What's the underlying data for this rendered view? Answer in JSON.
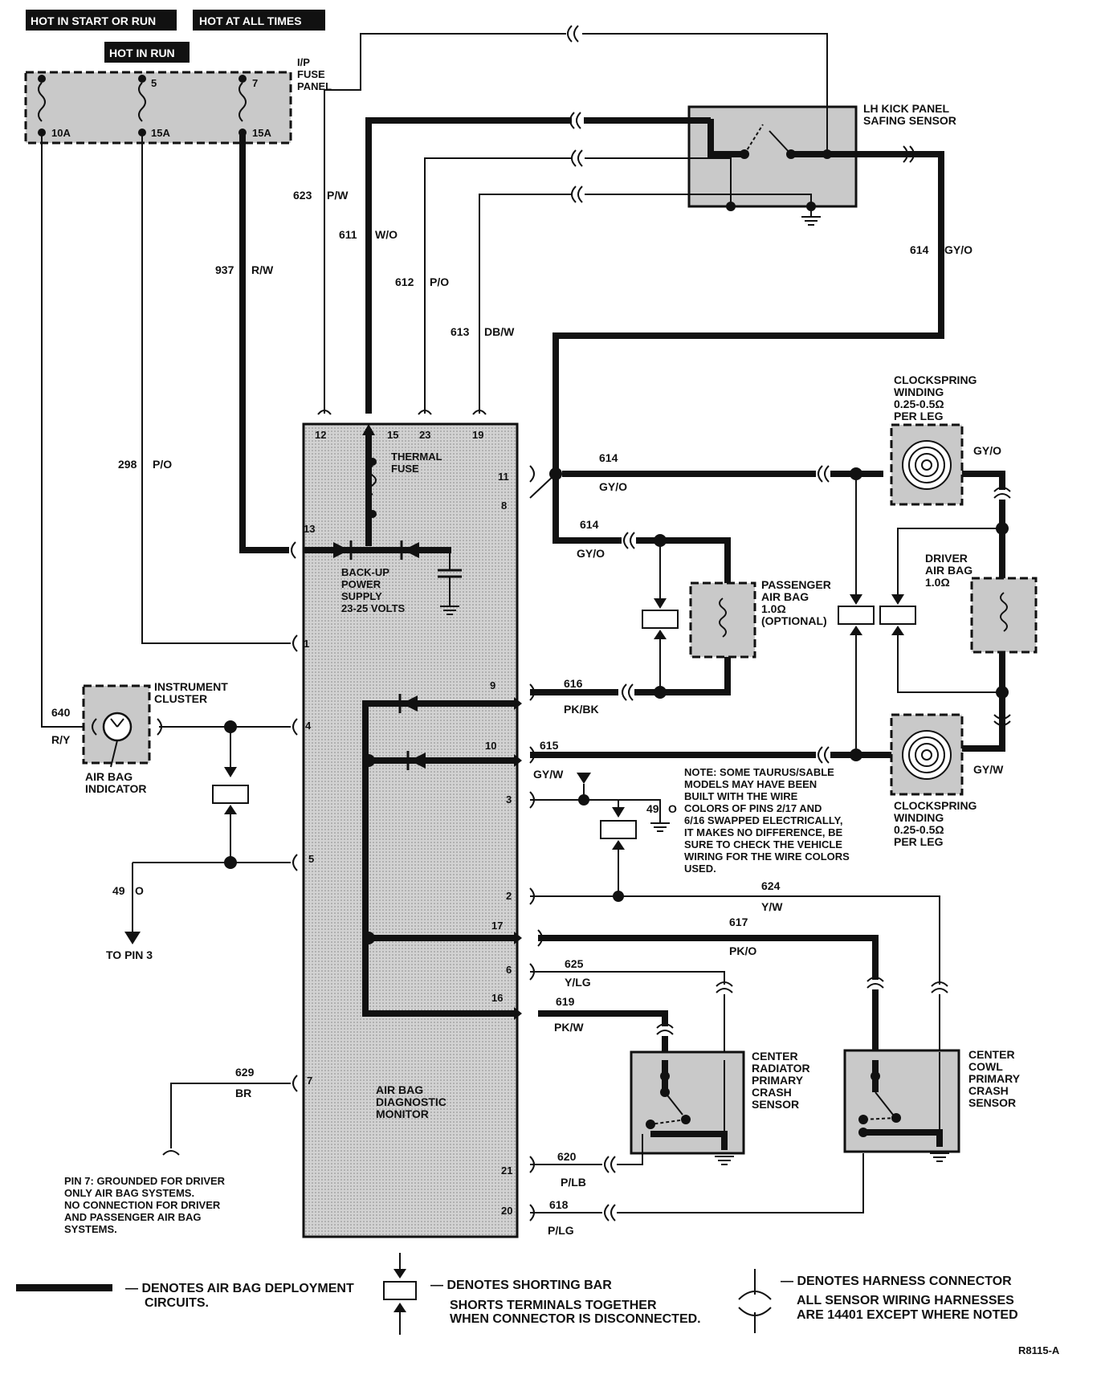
{
  "header": {
    "hot_start_run": "HOT IN START OR RUN",
    "hot_all_times": "HOT AT ALL TIMES",
    "hot_in_run": "HOT IN RUN"
  },
  "fuse_panel": {
    "label_line1": "I/P",
    "label_line2": "FUSE",
    "label_line3": "PANEL",
    "fuses": [
      {
        "number": "",
        "rating": "10A"
      },
      {
        "number": "5",
        "rating": "15A"
      },
      {
        "number": "7",
        "rating": "15A"
      }
    ]
  },
  "safing_sensor": {
    "line1": "LH KICK PANEL",
    "line2": "SAFING SENSOR"
  },
  "wires": {
    "w623": {
      "num": "623",
      "color": "P/W"
    },
    "w611": {
      "num": "611",
      "color": "W/O"
    },
    "w937": {
      "num": "937",
      "color": "R/W"
    },
    "w612": {
      "num": "612",
      "color": "P/O"
    },
    "w613": {
      "num": "613",
      "color": "DB/W"
    },
    "w614a": {
      "num": "614",
      "color": "GY/O"
    },
    "w614b": {
      "num": "614",
      "color": "GY/O"
    },
    "w614c": {
      "num": "614",
      "color": "GY/O"
    },
    "w298": {
      "num": "298",
      "color": "P/O"
    },
    "w616": {
      "num": "616",
      "color": "PK/BK"
    },
    "w615": {
      "num": "615",
      "color": "GY/W"
    },
    "w640": {
      "num": "640",
      "color": "R/Y"
    },
    "w49a": {
      "num": "49",
      "color": "O"
    },
    "w49b": {
      "num": "49",
      "color": "O"
    },
    "w624": {
      "num": "624",
      "color": "Y/W"
    },
    "w617": {
      "num": "617",
      "color": "PK/O"
    },
    "w625": {
      "num": "625",
      "color": "Y/LG"
    },
    "w619": {
      "num": "619",
      "color": "PK/W"
    },
    "w629": {
      "num": "629",
      "color": "BR"
    },
    "w620": {
      "num": "620",
      "color": "P/LB"
    },
    "w618": {
      "num": "618",
      "color": "P/LG"
    }
  },
  "monitor": {
    "name_line1": "AIR BAG",
    "name_line2": "DIAGNOSTIC",
    "name_line3": "MONITOR",
    "thermal_line1": "THERMAL",
    "thermal_line2": "FUSE",
    "backup_line1": "BACK-UP",
    "backup_line2": "POWER",
    "backup_line3": "SUPPLY",
    "backup_line4": "23-25 VOLTS",
    "pins": {
      "p12": "12",
      "p15": "15",
      "p23": "23",
      "p19": "19",
      "p11": "11",
      "p8": "8",
      "p13": "13",
      "p1": "1",
      "p9": "9",
      "p4": "4",
      "p10": "10",
      "p3": "3",
      "p5": "5",
      "p2": "2",
      "p17": "17",
      "p6": "6",
      "p16": "16",
      "p7": "7",
      "p21": "21",
      "p20": "20"
    }
  },
  "clockspring_top": {
    "line1": "CLOCKSPRING",
    "line2": "WINDING",
    "line3": "0.25-0.5Ω",
    "line4": "PER LEG",
    "color": "GY/O"
  },
  "clockspring_bottom": {
    "line1": "CLOCKSPRING",
    "line2": "WINDING",
    "line3": "0.25-0.5Ω",
    "line4": "PER LEG",
    "color": "GY/W"
  },
  "driver_bag": {
    "line1": "DRIVER",
    "line2": "AIR BAG",
    "line3": "1.0Ω"
  },
  "passenger_bag": {
    "line1": "PASSENGER",
    "line2": "AIR BAG",
    "line3": "1.0Ω",
    "line4": "(OPTIONAL)"
  },
  "instrument": {
    "line1": "INSTRUMENT",
    "line2": "CLUSTER",
    "ind1": "AIR BAG",
    "ind2": "INDICATOR"
  },
  "to_pin": "TO PIN 3",
  "note": [
    "NOTE: SOME TAURUS/SABLE",
    "MODELS MAY HAVE  BEEN",
    "BUILT WITH THE WIRE",
    "COLORS OF PINS 2/17 AND",
    "6/16 SWAPPED ELECTRICALLY,",
    "IT MAKES NO DIFFERENCE, BE",
    "SURE TO CHECK THE VEHICLE",
    "WIRING FOR THE WIRE COLORS",
    "USED."
  ],
  "pin7_note": [
    "PIN 7: GROUNDED FOR DRIVER",
    "ONLY AIR BAG SYSTEMS.",
    "NO CONNECTION FOR DRIVER",
    "AND PASSENGER AIR BAG",
    "SYSTEMS."
  ],
  "radiator_sensor": {
    "line1": "CENTER",
    "line2": "RADIATOR",
    "line3": "PRIMARY",
    "line4": "CRASH",
    "line5": "SENSOR"
  },
  "cowl_sensor": {
    "line1": "CENTER",
    "line2": "COWL",
    "line3": "PRIMARY",
    "line4": "CRASH",
    "line5": "SENSOR"
  },
  "legend": {
    "deploy1": "— DENOTES AIR BAG DEPLOYMENT",
    "deploy2": "CIRCUITS.",
    "short1": "— DENOTES SHORTING BAR",
    "short2": "SHORTS TERMINALS TOGETHER",
    "short3": "WHEN CONNECTOR IS DISCONNECTED.",
    "harness1": "— DENOTES HARNESS CONNECTOR",
    "harness2": "ALL SENSOR WIRING HARNESSES",
    "harness3": "ARE 14401 EXCEPT WHERE NOTED"
  },
  "figure_id": "R8115-A"
}
